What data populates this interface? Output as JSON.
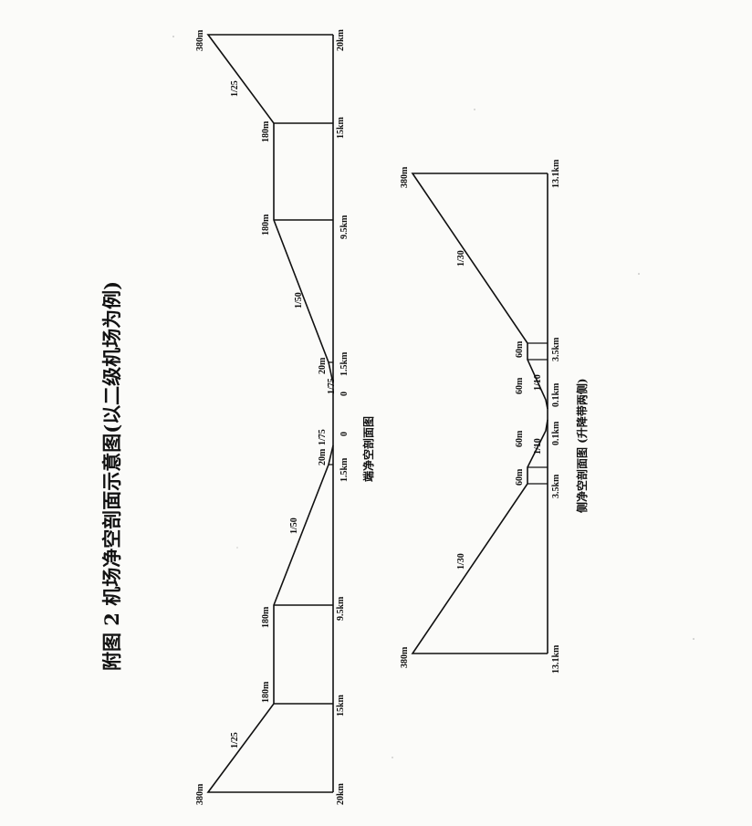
{
  "page_title": "附图 2    机场净空剖面示意图(以二级机场为例)",
  "end_profile": {
    "caption": "端净空剖面图",
    "labels": {
      "top_height_left": "380m",
      "top_height_right": "380m",
      "slope_outer_left": "1/25",
      "slope_outer_right": "1/25",
      "slope_mid_left": "1/50",
      "slope_mid_right": "1/50",
      "slope_inner_left": "1/75",
      "slope_inner_right": "1/75",
      "h180_a": "180m",
      "h180_b": "180m",
      "h180_c": "180m",
      "h180_d": "180m",
      "h20_left": "20m",
      "h20_right": "20m",
      "d_20km_left": "20km",
      "d_15km_left": "15km",
      "d_95km_left": "9.5km",
      "d_15km_inner_left": "1.5km",
      "d_0_left": "0",
      "d_0_right": "0",
      "d_15km_inner_right": "1.5km",
      "d_95km_right": "9.5km",
      "d_15km_right": "15km",
      "d_20km_right": "20km"
    }
  },
  "side_profile": {
    "caption": "侧净空剖面图 (升降带两侧)",
    "labels": {
      "h380_left": "380m",
      "h380_right": "380m",
      "slope_outer_left": "1/30",
      "slope_outer_right": "1/30",
      "slope_inner_left": "1/10",
      "slope_inner_right": "1/10",
      "h60_a": "60m",
      "h60_b": "60m",
      "h60_c": "60m",
      "h60_d": "60m",
      "d_131km_left": "13.1km",
      "d_35km_left": "3.5km",
      "d_01km_left": "0.1km",
      "d_01km_right": "0.1km",
      "d_35km_right": "3.5km",
      "d_131km_right": "13.1km"
    }
  }
}
